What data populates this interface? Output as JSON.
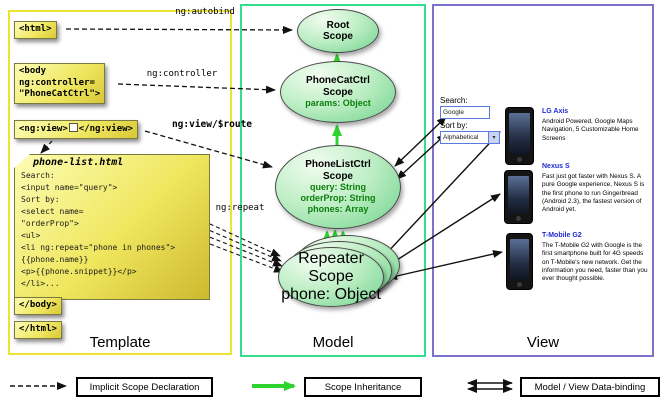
{
  "template_panel": {
    "label": "Template"
  },
  "model_panel": {
    "label": "Model"
  },
  "view_panel": {
    "label": "View"
  },
  "template": {
    "html_open": "<html>",
    "body_open_lines": [
      "<body",
      "ng:controller=",
      "\"PhoneCatCtrl\">"
    ],
    "ngview_open": "<ng:view>",
    "ngview_close": "</ng:view>",
    "note_title": "phone-list.html",
    "note_lines": [
      "Search:",
      "<input name=\"query\">",
      "Sort by:",
      "<select name=",
      "\"orderProp\">",
      "<ul>",
      "<li ng:repeat=\"phone in phones\">",
      "{{phone.name}}",
      "<p>{{phone.snippet}}</p>",
      "</li>..."
    ],
    "body_close": "</body>",
    "html_close": "</html>"
  },
  "arrow_labels": {
    "autobind": "ng:autobind",
    "controller": "ng:controller",
    "view_route": "ng:view/$route",
    "repeat": "ng:repeat"
  },
  "model": {
    "root": {
      "line1": "Root",
      "line2": "Scope"
    },
    "phonecat": {
      "name": "PhoneCatCtrl",
      "scope_word": "Scope",
      "prop1": "params: Object"
    },
    "phonelist": {
      "name": "PhoneListCtrl",
      "scope_word": "Scope",
      "prop1": "query: String",
      "prop2": "orderProp: String",
      "prop3": "phones: Array"
    },
    "repeater": {
      "name": "Repeater",
      "scope_word": "Scope",
      "prop1": "phone: Object"
    }
  },
  "view": {
    "search_label": "Search:",
    "search_value": "Google",
    "sort_label": "Sort by:",
    "sort_value": "Alphabetical",
    "phones": [
      {
        "name": "LG Axis",
        "desc": "Android Powered, Google Maps Navigation, 5 Customizable Home Screens"
      },
      {
        "name": "Nexus S",
        "desc": "Fast just got faster with Nexus S. A pure Google experience, Nexus S is the first phone to run Gingerbread (Android 2.3), the fastest version of Android yet."
      },
      {
        "name": "T-Mobile G2",
        "desc": "The T-Mobile G2 with Google is the first smartphone built for 4G speeds on T-Mobile's new network. Get the information you need, faster than you ever thought possible."
      }
    ]
  },
  "legend": {
    "implicit": "Implicit Scope Declaration",
    "inheritance": "Scope Inheritance",
    "databinding": "Model / View Data-binding"
  }
}
